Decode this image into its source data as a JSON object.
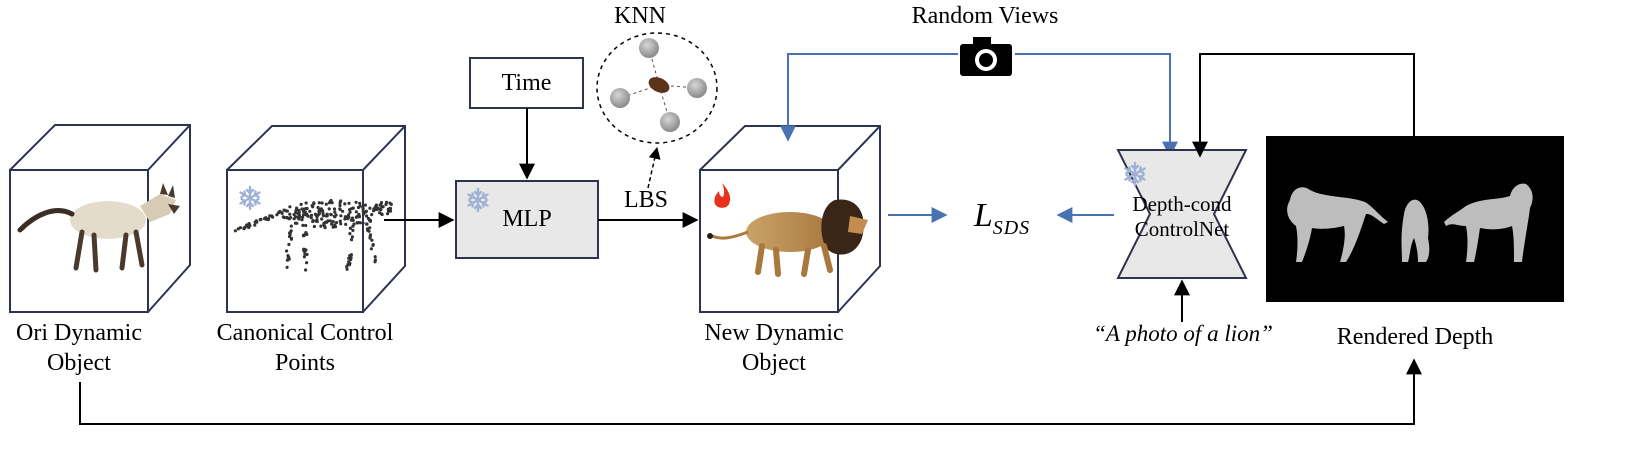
{
  "labels": {
    "ori_object_line1": "Ori Dynamic",
    "ori_object_line2": "Object",
    "canonical_line1": "Canonical Control",
    "canonical_line2": "Points",
    "time": "Time",
    "mlp": "MLP",
    "knn": "KNN",
    "lbs": "LBS",
    "new_object_line1": "New Dynamic",
    "new_object_line2": "Object",
    "random_views": "Random Views",
    "loss_main": "L",
    "loss_sub": "SDS",
    "controlnet_line1": "Depth-cond",
    "controlnet_line2": "ControlNet",
    "prompt": "“A photo of a lion”",
    "rendered_depth": "Rendered Depth"
  },
  "icons": {
    "frozen": "snowflake-icon",
    "trainable": "flame-icon",
    "camera": "camera-icon"
  },
  "colors": {
    "blue_arrow": "#4a72b0",
    "box_fill": "#e8e8e8",
    "cube_stroke": "#2d3350",
    "depth_bg": "#000000",
    "flame": "#e8321e",
    "snowflake": "#9fb2d6"
  }
}
